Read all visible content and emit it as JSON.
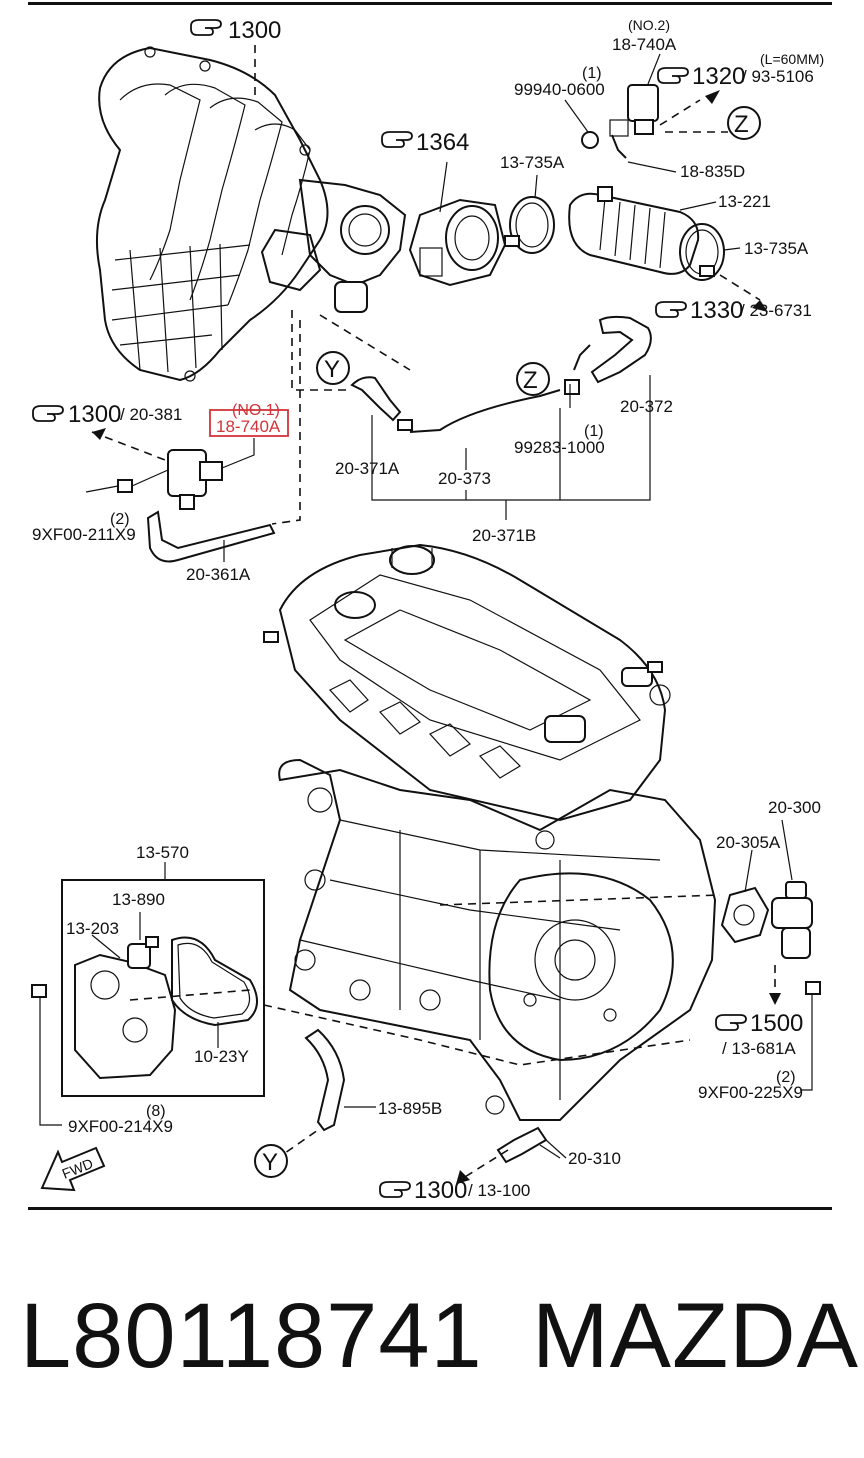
{
  "labels": {
    "ref_1300_top": "1300",
    "ref_1364": "1364",
    "no2": "(NO.2)",
    "p18740a_top": "18-740A",
    "l60": "(L=60MM)",
    "ref_1320": "1320",
    "slash_93": "/ 93-5106",
    "qty1_a": "(1)",
    "p99940": "99940-0600",
    "p13735a_l": "13-735A",
    "p18835d": "18-835D",
    "p13221": "13-221",
    "p13735a_r": "13-735A",
    "ref_1330": "1330",
    "slash_23": "/ 23-6731",
    "z1": "Z",
    "z2": "Z",
    "y1": "Y",
    "y2": "Y",
    "ref_1300_left": "1300",
    "slash_20381": "/ 20-381",
    "no1": "(NO.1)",
    "p18740a_hl": "18-740A",
    "p20372": "20-372",
    "qty1_b": "(1)",
    "p99283": "99283-1000",
    "p20371a": "20-371A",
    "p20373": "20-373",
    "p20371b": "20-371B",
    "qty2_a": "(2)",
    "p9xf211": "9XF00-211X9",
    "p20361a": "20-361A",
    "p13570": "13-570",
    "p13890": "13-890",
    "p13203": "13-203",
    "p1023y": "10-23Y",
    "qty8": "(8)",
    "p9xf214": "9XF00-214X9",
    "p13895b": "13-895B",
    "p20300": "20-300",
    "p20305a": "20-305A",
    "ref_1500": "1500",
    "slash_13681a": "/ 13-681A",
    "qty2_b": "(2)",
    "p9xf225": "9XF00-225X9",
    "p20310": "20-310",
    "ref_1300_bottom": "1300",
    "slash_13100": "/ 13-100",
    "fwd": "FWD"
  },
  "footer": {
    "part_number": "L80118741",
    "brand": "MAZDA"
  },
  "colors": {
    "highlight": "#d3343a",
    "ink": "#111111",
    "background": "#ffffff"
  },
  "icons": [
    "pointing-hand-icon",
    "fwd-arrow-icon"
  ]
}
